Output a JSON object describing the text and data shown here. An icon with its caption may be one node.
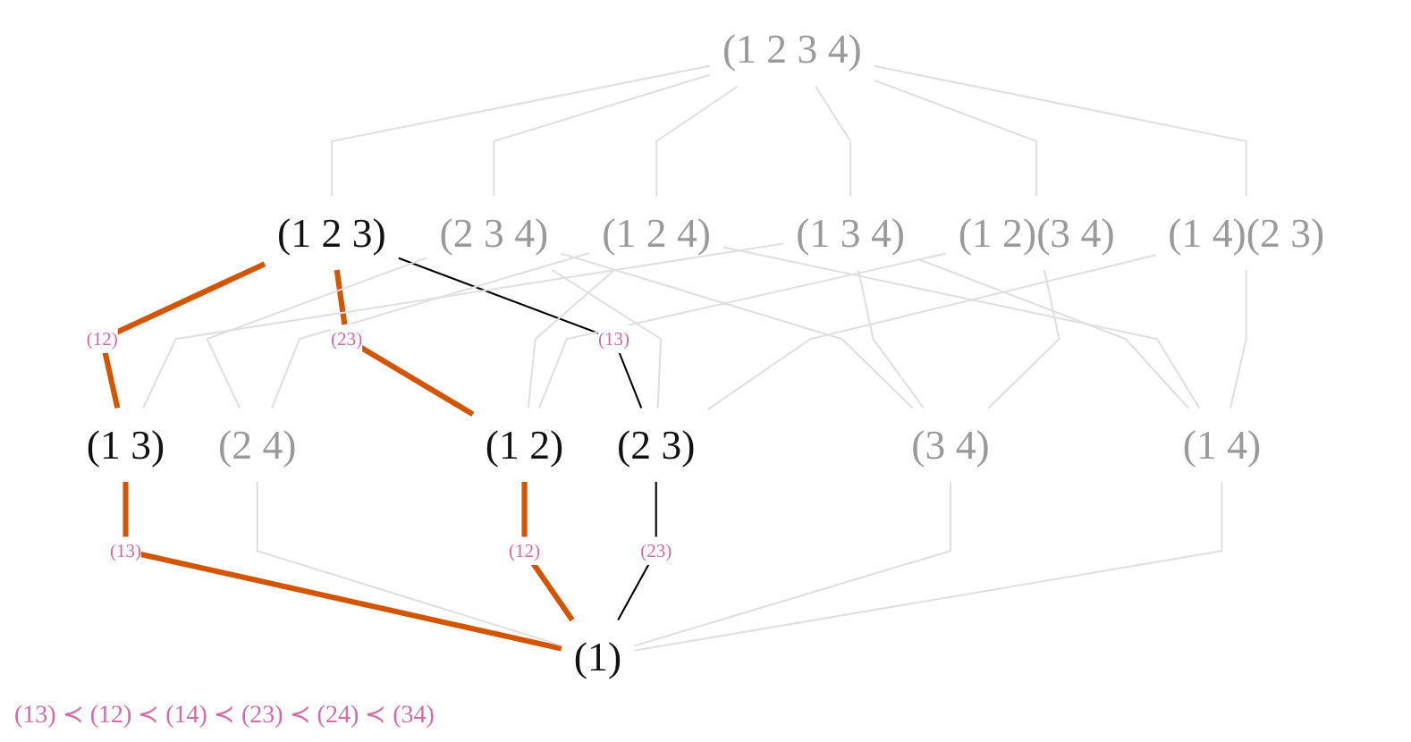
{
  "diagram": {
    "nodes": [
      {
        "text": [
          "(1 2 3 4)"
        ]
      },
      {
        "text": [
          "(1 2 3)"
        ]
      },
      {
        "text": [
          "(2 3 4)"
        ]
      },
      {
        "text": [
          "(1 3 4)"
        ]
      },
      {
        "text": [
          "(1 2 4)"
        ]
      },
      {
        "text": [
          "(1 2)(3 4)"
        ]
      },
      {
        "text": [
          "(1 4)(2 3)"
        ]
      },
      {
        "text": [
          "(1 3)"
        ]
      },
      {
        "text": [
          "(2 4)"
        ]
      },
      {
        "text": [
          "(1 2)"
        ]
      },
      {
        "text": [
          "(2 3)"
        ]
      },
      {
        "text": [
          "(3 4)"
        ]
      },
      {
        "text": [
          "(1 4)"
        ]
      },
      {
        "text": [
          "(1)"
        ]
      }
    ],
    "edges": [
      {
        "from": 0,
        "to": 1,
        "arrow": "none"
      },
      {
        "from": 0,
        "to": 2,
        "arrow": "none"
      },
      {
        "from": 0,
        "to": 3,
        "arrow": "none"
      },
      {
        "from": 0,
        "to": 4,
        "arrow": "none"
      },
      {
        "from": 0,
        "to": 5,
        "arrow": "none"
      },
      {
        "from": 0,
        "to": 6,
        "arrow": "none"
      },
      {
        "from": 1,
        "to": 7,
        "arrow": "none",
        "label": "(12)",
        "style": "thick",
        "color": "#d45500"
      },
      {
        "from": 1,
        "to": 9,
        "arrow": "none",
        "label": "(23)",
        "style": "thick",
        "color": "#d45500"
      },
      {
        "from": 1,
        "to": 10,
        "arrow": "none",
        "label": "(13)",
        "color": "#000000"
      },
      {
        "from": 2,
        "to": 8,
        "arrow": "none"
      },
      {
        "from": 2,
        "to": 10,
        "arrow": "none"
      },
      {
        "from": 2,
        "to": 11,
        "arrow": "none"
      },
      {
        "from": 3,
        "to": 7,
        "arrow": "none"
      },
      {
        "from": 3,
        "to": 11,
        "arrow": "none"
      },
      {
        "from": 3,
        "to": 12,
        "arrow": "none"
      },
      {
        "from": 4,
        "to": 8,
        "arrow": "none"
      },
      {
        "from": 4,
        "to": 9,
        "arrow": "none"
      },
      {
        "from": 4,
        "to": 12,
        "arrow": "none"
      },
      {
        "from": 5,
        "to": 9,
        "arrow": "none"
      },
      {
        "from": 5,
        "to": 11,
        "arrow": "none"
      },
      {
        "from": 6,
        "to": 10,
        "arrow": "none"
      },
      {
        "from": 6,
        "to": 12,
        "arrow": "none"
      },
      {
        "from": 7,
        "to": 13,
        "arrow": "none",
        "label": "(13)",
        "style": "thick",
        "color": "#d45500"
      },
      {
        "from": 8,
        "to": 13,
        "arrow": "none"
      },
      {
        "from": 9,
        "to": 13,
        "arrow": "none",
        "label": "(12)",
        "style": "thick",
        "color": "#d45500"
      },
      {
        "from": 10,
        "to": 13,
        "arrow": "none",
        "label": "(23)",
        "color": "#000000"
      },
      {
        "from": 11,
        "to": 13,
        "arrow": "none"
      },
      {
        "from": 12,
        "to": 13,
        "arrow": "none"
      }
    ],
    "labels": [
      "(13) ≺ (12) ≺ (14) ≺ (23) ≺ (24) ≺ (34)"
    ]
  }
}
